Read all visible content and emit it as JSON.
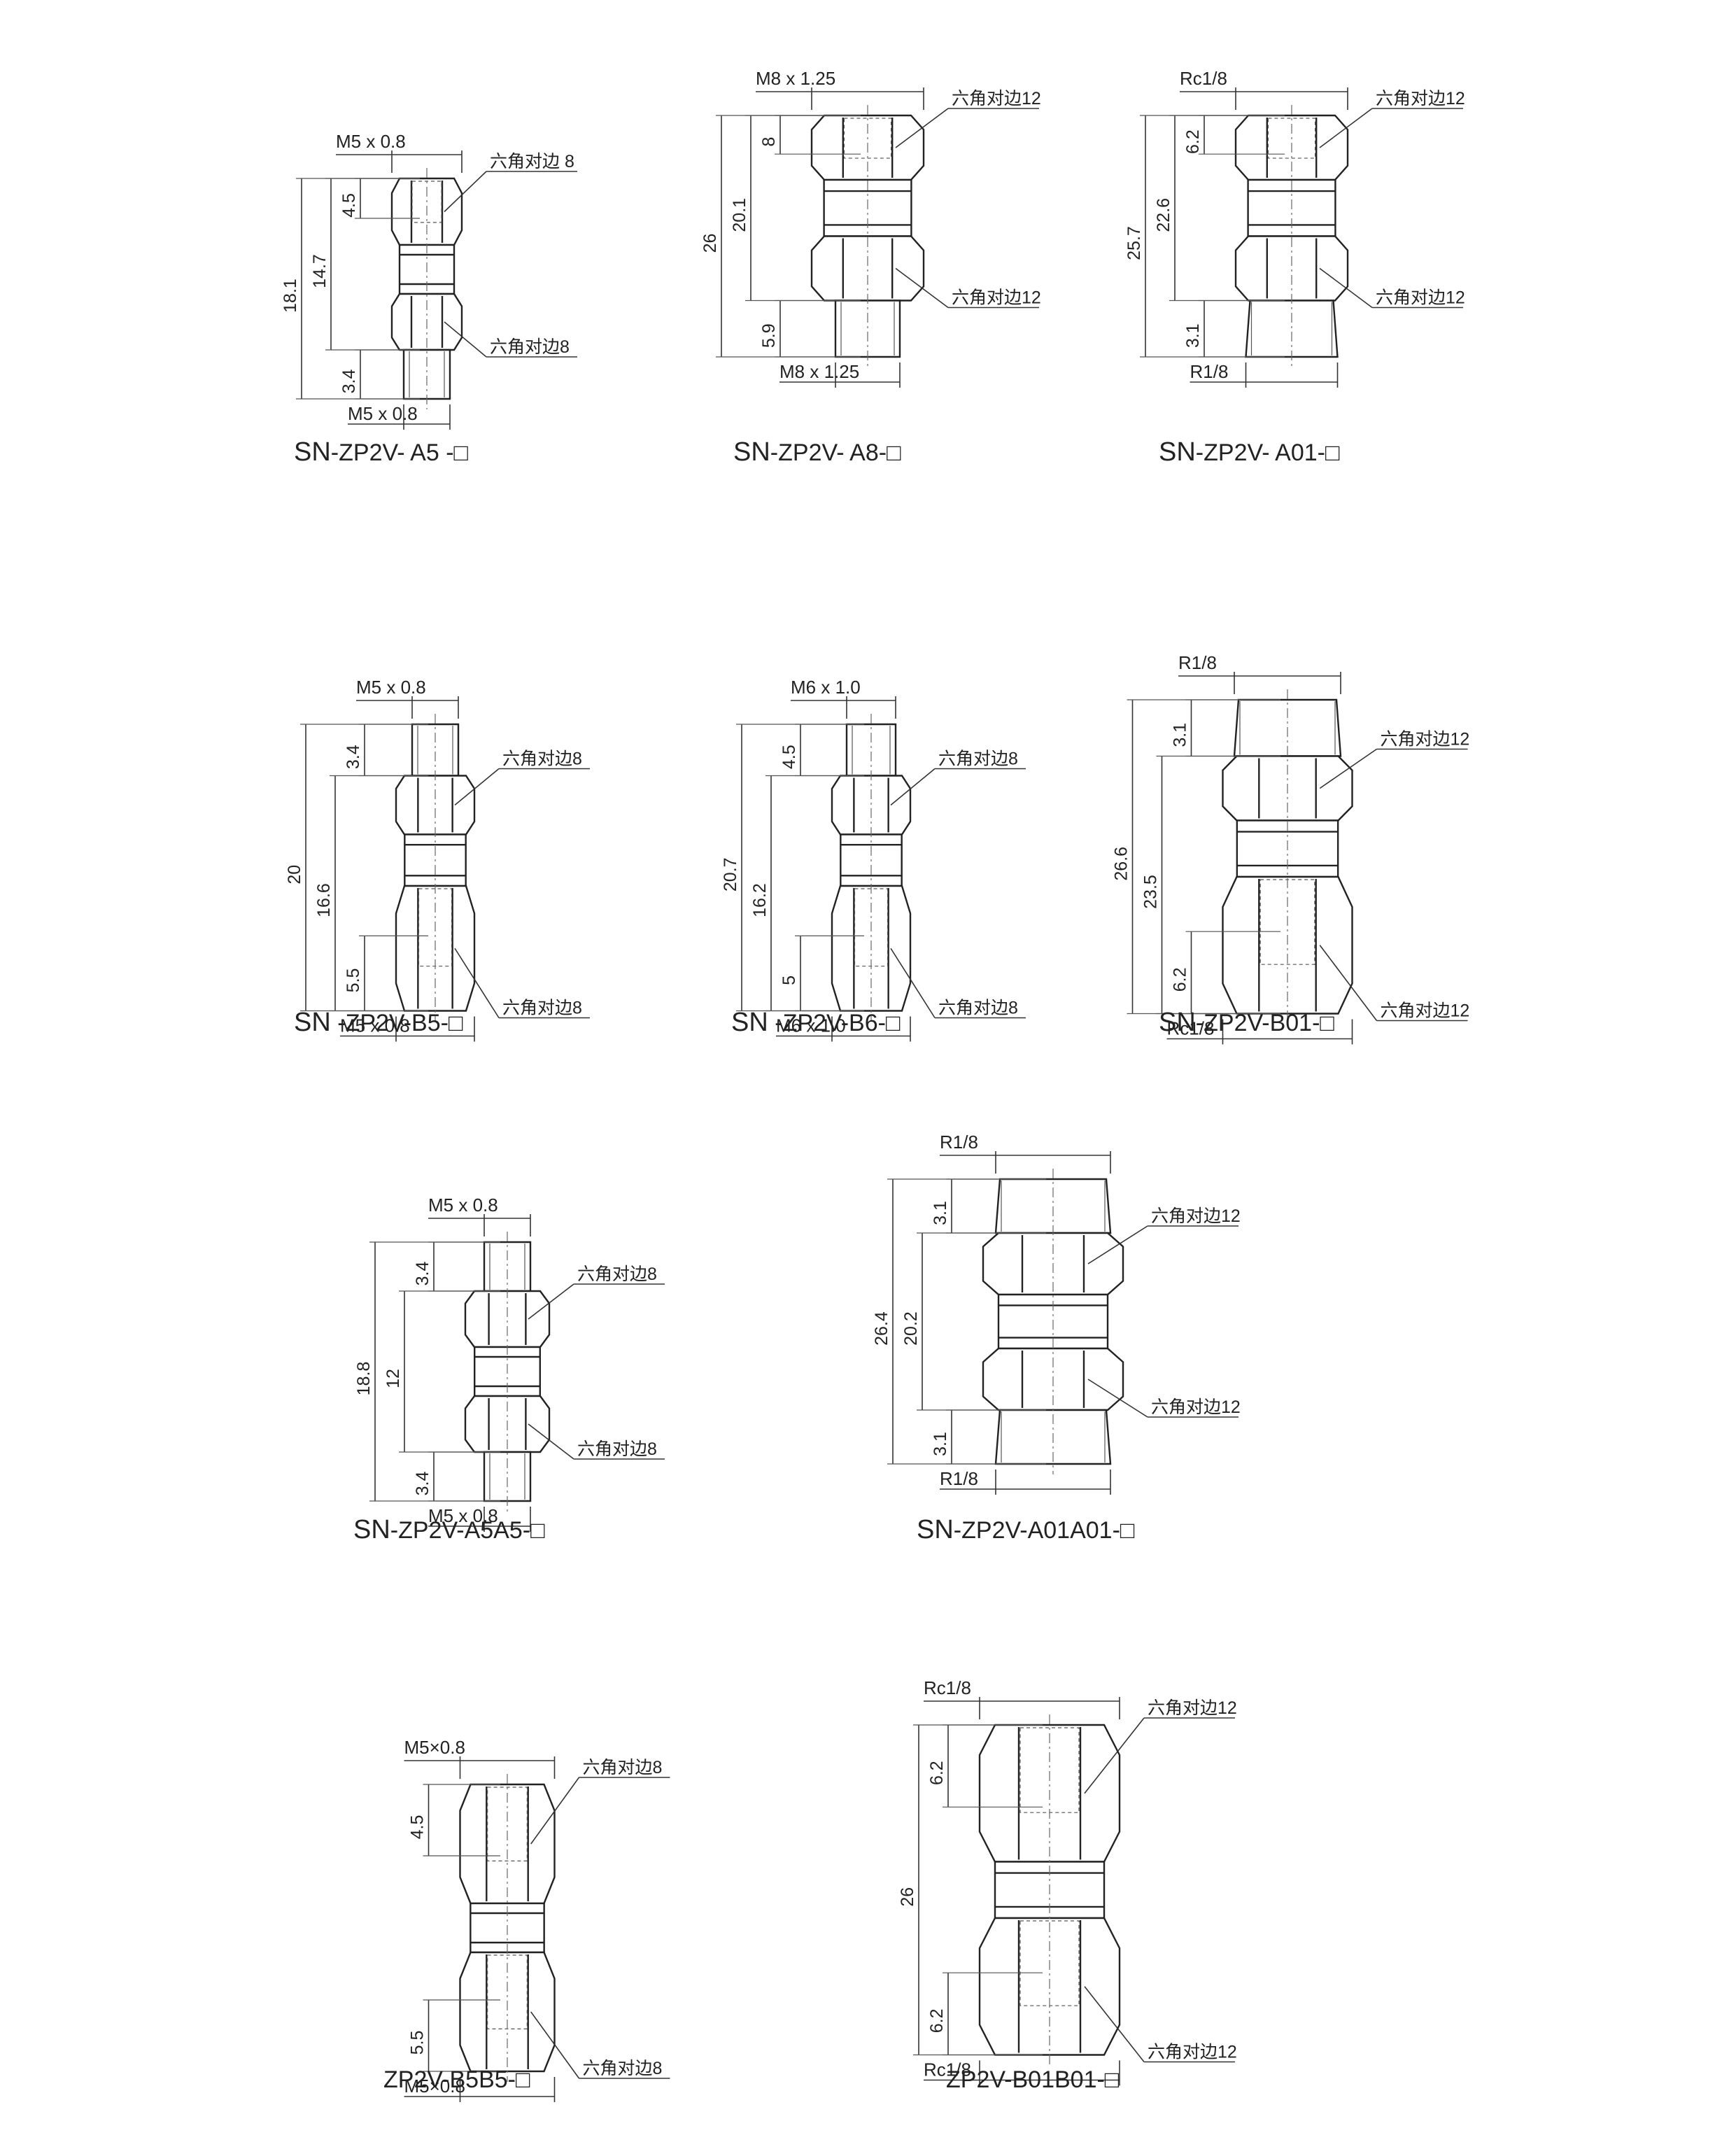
{
  "figures": [
    {
      "id": "A5",
      "prefix": "SN",
      "model": "-ZP2V- A5 -□",
      "parts": [
        {
          "type": "hex",
          "size": 8,
          "open_top": true,
          "female": true
        },
        {
          "type": "neck"
        },
        {
          "type": "hex",
          "size": 8
        },
        {
          "type": "male",
          "size": "M5"
        }
      ],
      "labels": {
        "top_thread": "M5 x 0.8",
        "bottom_thread": "M5 x 0.8",
        "hex_upper": "六角对边 8",
        "hex_lower": "六角对边8",
        "dim_total": "18.1",
        "dim_body": "14.7",
        "dim_top_depth": "4.5",
        "dim_bottom_len": "3.4"
      }
    },
    {
      "id": "A8",
      "prefix": "SN",
      "model": "-ZP2V- A8-□",
      "parts": [
        {
          "type": "hex",
          "size": 12,
          "female": true
        },
        {
          "type": "neck"
        },
        {
          "type": "hex",
          "size": 12
        },
        {
          "type": "male",
          "size": "M8"
        }
      ],
      "labels": {
        "top_thread": "M8 x 1.25",
        "bottom_thread": "M8 x 1.25",
        "hex_upper": "六角对边12",
        "hex_lower": "六角对边12",
        "dim_total": "26",
        "dim_body": "20.1",
        "dim_top_depth": "8",
        "dim_bottom_len": "5.9"
      }
    },
    {
      "id": "A01",
      "prefix": "SN",
      "model": "-ZP2V- A01-□",
      "parts": [
        {
          "type": "hex",
          "size": 12,
          "female": true
        },
        {
          "type": "neck"
        },
        {
          "type": "hex",
          "size": 12
        },
        {
          "type": "male",
          "size": "R1/8"
        }
      ],
      "labels": {
        "top_thread": "Rc1/8",
        "bottom_thread": "R1/8",
        "hex_upper": "六角对边12",
        "hex_lower": "六角对边12",
        "dim_total": "25.7",
        "dim_body": "22.6",
        "dim_top_depth": "6.2",
        "dim_bottom_len": "3.1"
      }
    },
    {
      "id": "B5",
      "prefix": "SN",
      "model": " -ZP2V-B5-□",
      "parts": [
        {
          "type": "male",
          "size": "M5"
        },
        {
          "type": "hex",
          "size": 8
        },
        {
          "type": "neck"
        },
        {
          "type": "hex",
          "size": 8,
          "female": true,
          "tall": true
        }
      ],
      "labels": {
        "top_thread": "M5 x 0.8",
        "bottom_thread": "M5 x 0.8",
        "hex_upper": "六角对边8",
        "hex_lower": "六角对边8",
        "dim_total": "20",
        "dim_body": "16.6",
        "dim_top_len": "3.4",
        "dim_bottom_depth": "5.5"
      }
    },
    {
      "id": "B6",
      "prefix": "SN",
      "model": " -ZP2V-B6-□",
      "parts": [
        {
          "type": "male",
          "size": "M6"
        },
        {
          "type": "hex",
          "size": 8
        },
        {
          "type": "neck"
        },
        {
          "type": "hex",
          "size": 8,
          "female": true,
          "tall": true
        }
      ],
      "labels": {
        "top_thread": "M6 x 1.0",
        "bottom_thread": "M6 x 1.0",
        "hex_upper": "六角对边8",
        "hex_lower": "六角对边8",
        "dim_total": "20.7",
        "dim_body": "16.2",
        "dim_top_len": "4.5",
        "dim_bottom_depth": "5"
      }
    },
    {
      "id": "B01",
      "prefix": "SN",
      "model": "-ZP2V-B01-□",
      "parts": [
        {
          "type": "male",
          "size": "R1/8"
        },
        {
          "type": "hex",
          "size": 12
        },
        {
          "type": "neck"
        },
        {
          "type": "hex",
          "size": 12,
          "female": true,
          "tall": true
        }
      ],
      "labels": {
        "top_thread": "R1/8",
        "bottom_thread": "Rc1/8",
        "hex_upper": "六角对边12",
        "hex_lower": "六角对边12",
        "dim_total": "26.6",
        "dim_body": "23.5",
        "dim_top_len": "3.1",
        "dim_bottom_depth": "6.2"
      }
    },
    {
      "id": "A5A5",
      "prefix": "SN",
      "model": "-ZP2V-A5A5-□",
      "parts": [
        {
          "type": "male",
          "size": "M5"
        },
        {
          "type": "hex",
          "size": 8
        },
        {
          "type": "neck"
        },
        {
          "type": "hex",
          "size": 8
        },
        {
          "type": "male",
          "size": "M5"
        }
      ],
      "labels": {
        "top_thread": "M5 x 0.8",
        "bottom_thread": "M5 x 0.8",
        "hex_upper": "六角对边8",
        "hex_lower": "六角对边8",
        "dim_total": "18.8",
        "dim_body": "12",
        "dim_top_len": "3.4",
        "dim_bottom_len": "3.4"
      }
    },
    {
      "id": "A01A01",
      "prefix": "SN",
      "model": "-ZP2V-A01A01-□",
      "parts": [
        {
          "type": "male",
          "size": "R1/8"
        },
        {
          "type": "hex",
          "size": 12
        },
        {
          "type": "neck"
        },
        {
          "type": "hex",
          "size": 12
        },
        {
          "type": "male",
          "size": "R1/8"
        }
      ],
      "labels": {
        "top_thread": "R1/8",
        "bottom_thread": "R1/8",
        "hex_upper": "六角对边12",
        "hex_lower": "六角对边12",
        "dim_total": "26.4",
        "dim_body": "20.2",
        "dim_top_len": "3.1",
        "dim_bottom_len": "3.1"
      }
    },
    {
      "id": "B5B5",
      "prefix": "",
      "model": "ZP2V-B5B5-□",
      "parts": [
        {
          "type": "hex",
          "size": 8,
          "female": true,
          "tall": true
        },
        {
          "type": "neck"
        },
        {
          "type": "hex",
          "size": 8,
          "female": true,
          "tall": true
        }
      ],
      "labels": {
        "top_thread": "M5×0.8",
        "bottom_thread": "M5×0.8",
        "hex_upper": "六角对边8",
        "hex_lower": "六角对边8",
        "dim_top_depth": "4.5",
        "dim_bottom_depth": "5.5"
      }
    },
    {
      "id": "B01B01",
      "prefix": "",
      "model": "ZP2V-B01B01-□",
      "parts": [
        {
          "type": "hex",
          "size": 12,
          "female": true,
          "tall": true
        },
        {
          "type": "neck"
        },
        {
          "type": "hex",
          "size": 12,
          "female": true,
          "tall": true
        }
      ],
      "labels": {
        "top_thread": "Rc1/8",
        "bottom_thread": "Rc1/8",
        "hex_upper": "六角对边12",
        "hex_lower": "六角对边12",
        "dim_total": "26",
        "dim_top_depth": "6.2",
        "dim_bottom_depth": "6.2"
      }
    }
  ]
}
